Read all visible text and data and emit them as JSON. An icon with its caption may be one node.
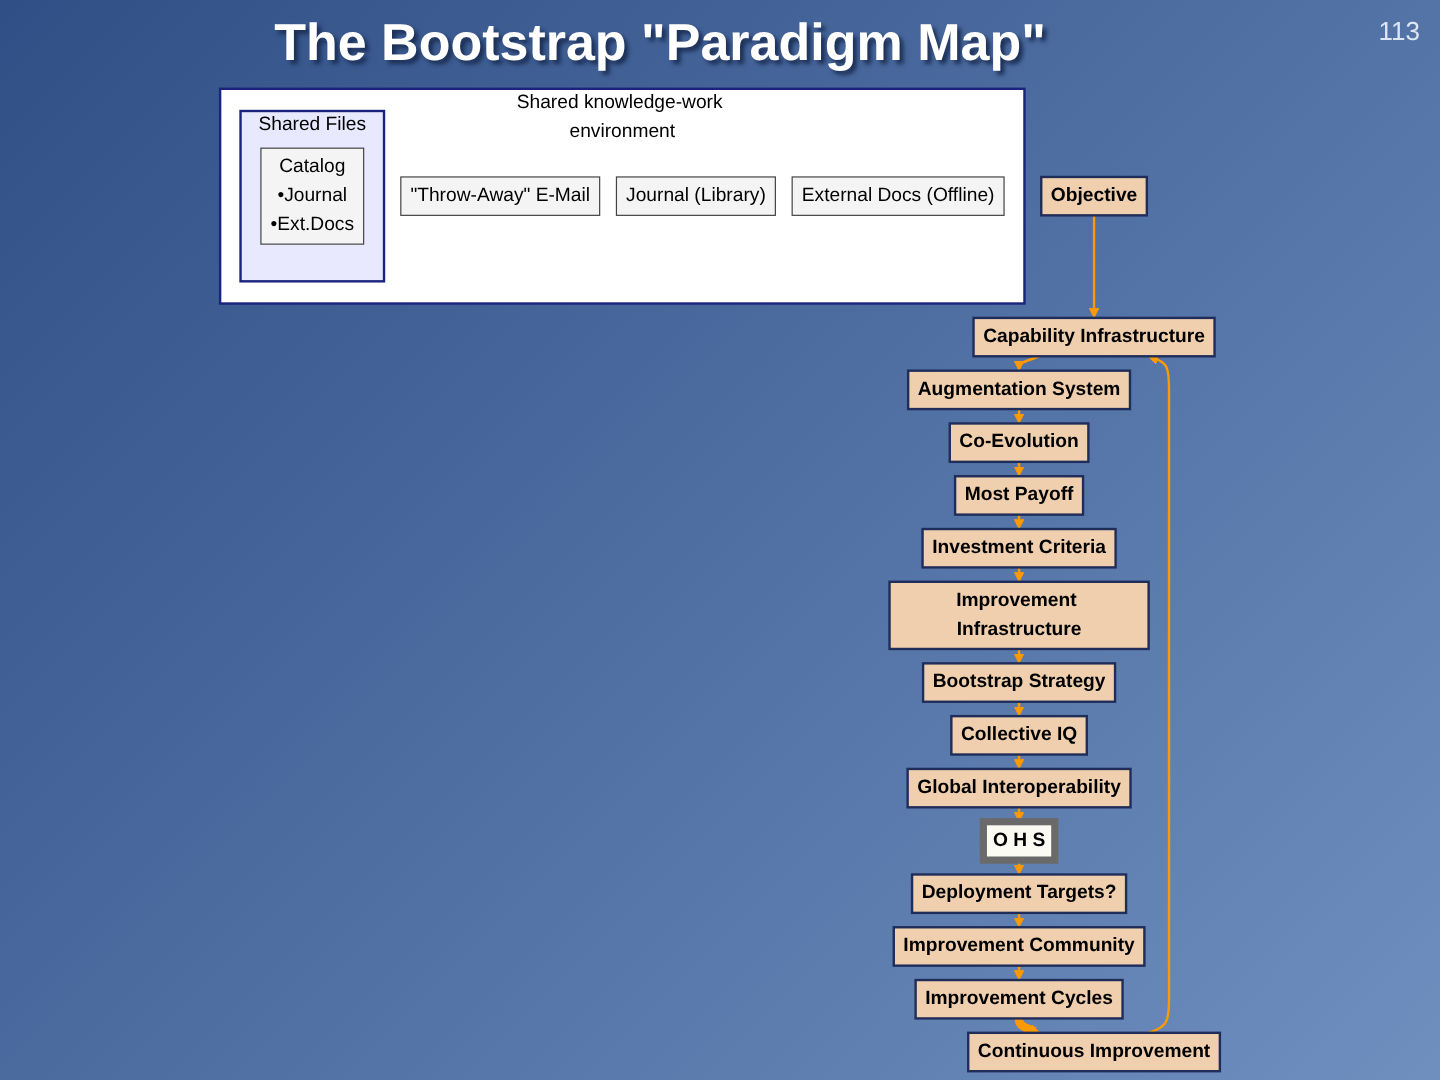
{
  "diagram": {
    "title": "The Bootstrap \"Paradigm Map\"",
    "nodes": [
      {
        "text": [
          "Objective"
        ]
      },
      {
        "text": [
          "Capability Infrastructure"
        ]
      },
      {
        "text": [
          "Augmentation System"
        ]
      },
      {
        "text": [
          "Co-Evolution"
        ]
      },
      {
        "text": [
          "Most Payoff"
        ]
      },
      {
        "text": [
          "Continuous Improvement"
        ]
      },
      {
        "text": [
          "Shared knowledge-work environment"
        ]
      },
      {
        "text": [
          "\"Throw-Away\" E-Mail"
        ],
        "in": 6
      },
      {
        "text": [
          "Shared Files"
        ],
        "in": 6
      },
      {
        "text": [
          "Catalog",
          "•Journal",
          "•Ext.Docs"
        ],
        "in": 8
      },
      {
        "text": [
          "Journal (Library)"
        ],
        "in": 6
      },
      {
        "text": [
          "External Docs (Offline)"
        ],
        "in": 6
      },
      {
        "text": [
          "Investment Criteria"
        ]
      },
      {
        "text": [
          "Improvement Infrastructure"
        ]
      },
      {
        "text": [
          "Improvement Cycles"
        ]
      },
      {
        "text": [
          "Bootstrap Strategy"
        ]
      },
      {
        "text": [
          "Improvement Community"
        ]
      },
      {
        "text": [
          "Deployment Targets?"
        ]
      },
      {
        "text": [
          "O H S"
        ]
      },
      {
        "text": [
          "Global Interoperability"
        ]
      },
      {
        "text": [
          "Collective IQ"
        ]
      }
    ],
    "edges": [
      {
        "from": 0,
        "to": 1,
        "arrow": "to"
      },
      {
        "from": 5,
        "to": 1,
        "arrow": "to"
      },
      {
        "from": 1,
        "to": 2,
        "arrow": "to"
      },
      {
        "from": 2,
        "to": 3,
        "arrow": "to"
      },
      {
        "from": 3,
        "to": 4,
        "arrow": "to"
      },
      {
        "from": 4,
        "to": 12,
        "arrow": "to"
      },
      {
        "from": 12,
        "to": 13,
        "arrow": "to"
      },
      {
        "from": 13,
        "to": 15,
        "arrow": "to"
      },
      {
        "from": 15,
        "to": 20,
        "arrow": "to"
      },
      {
        "from": 20,
        "to": 19,
        "arrow": "to"
      },
      {
        "from": 19,
        "to": 18,
        "arrow": "to"
      },
      {
        "from": 18,
        "to": 17,
        "arrow": "to"
      },
      {
        "from": 17,
        "to": 16,
        "arrow": "to"
      },
      {
        "from": 16,
        "to": 14,
        "arrow": "to"
      },
      {
        "from": 14,
        "to": 5,
        "arrow": "to",
        "style": "thick"
      }
    ],
    "labels": [
      "113"
    ]
  }
}
